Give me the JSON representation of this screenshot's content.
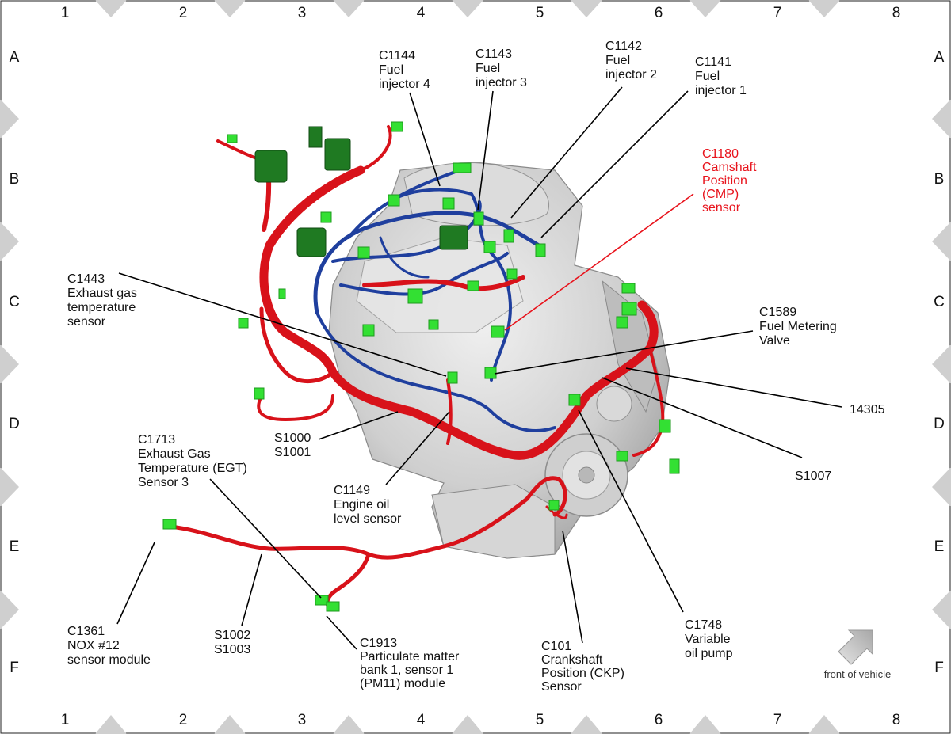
{
  "grid": {
    "columns": [
      "1",
      "2",
      "3",
      "4",
      "5",
      "6",
      "7",
      "8"
    ],
    "rows": [
      "A",
      "B",
      "C",
      "D",
      "E",
      "F"
    ]
  },
  "labels": {
    "c1144": [
      "C1144",
      "Fuel",
      "injector 4"
    ],
    "c1143": [
      "C1143",
      "Fuel",
      "injector 3"
    ],
    "c1142": [
      "C1142",
      "Fuel",
      "injector 2"
    ],
    "c1141": [
      "C1141",
      "Fuel",
      "injector 1"
    ],
    "c1180": [
      "C1180",
      "Camshaft",
      "Position",
      "(CMP)",
      "sensor"
    ],
    "c1443": [
      "C1443",
      "Exhaust gas",
      "temperature",
      "sensor"
    ],
    "c1589": [
      "C1589",
      "Fuel Metering",
      "Valve"
    ],
    "n14305": [
      "14305"
    ],
    "s1000": [
      "S1000",
      "S1001"
    ],
    "c1713": [
      "C1713",
      "Exhaust Gas",
      "Temperature (EGT)",
      "Sensor 3"
    ],
    "c1149": [
      "C1149",
      "Engine oil",
      "level sensor"
    ],
    "s1007": [
      "S1007"
    ],
    "c1361": [
      "C1361",
      "NOX #12",
      "sensor module"
    ],
    "s1002": [
      "S1002",
      "S1003"
    ],
    "c1913": [
      "C1913",
      "Particulate matter",
      "bank 1, sensor 1",
      "(PM11) module"
    ],
    "c101": [
      "C101",
      "Crankshaft",
      "Position (CKP)",
      "Sensor"
    ],
    "c1748": [
      "C1748",
      "Variable",
      "oil pump"
    ]
  },
  "front_of_vehicle": "front of vehicle",
  "colors": {
    "harness_main": "#d8121a",
    "harness_injector": "#1f3f9e",
    "connector": "#33e033",
    "highlight_label": "#e8121b",
    "grid_marker": "#cccccc",
    "engine": "#c8c8c8"
  }
}
